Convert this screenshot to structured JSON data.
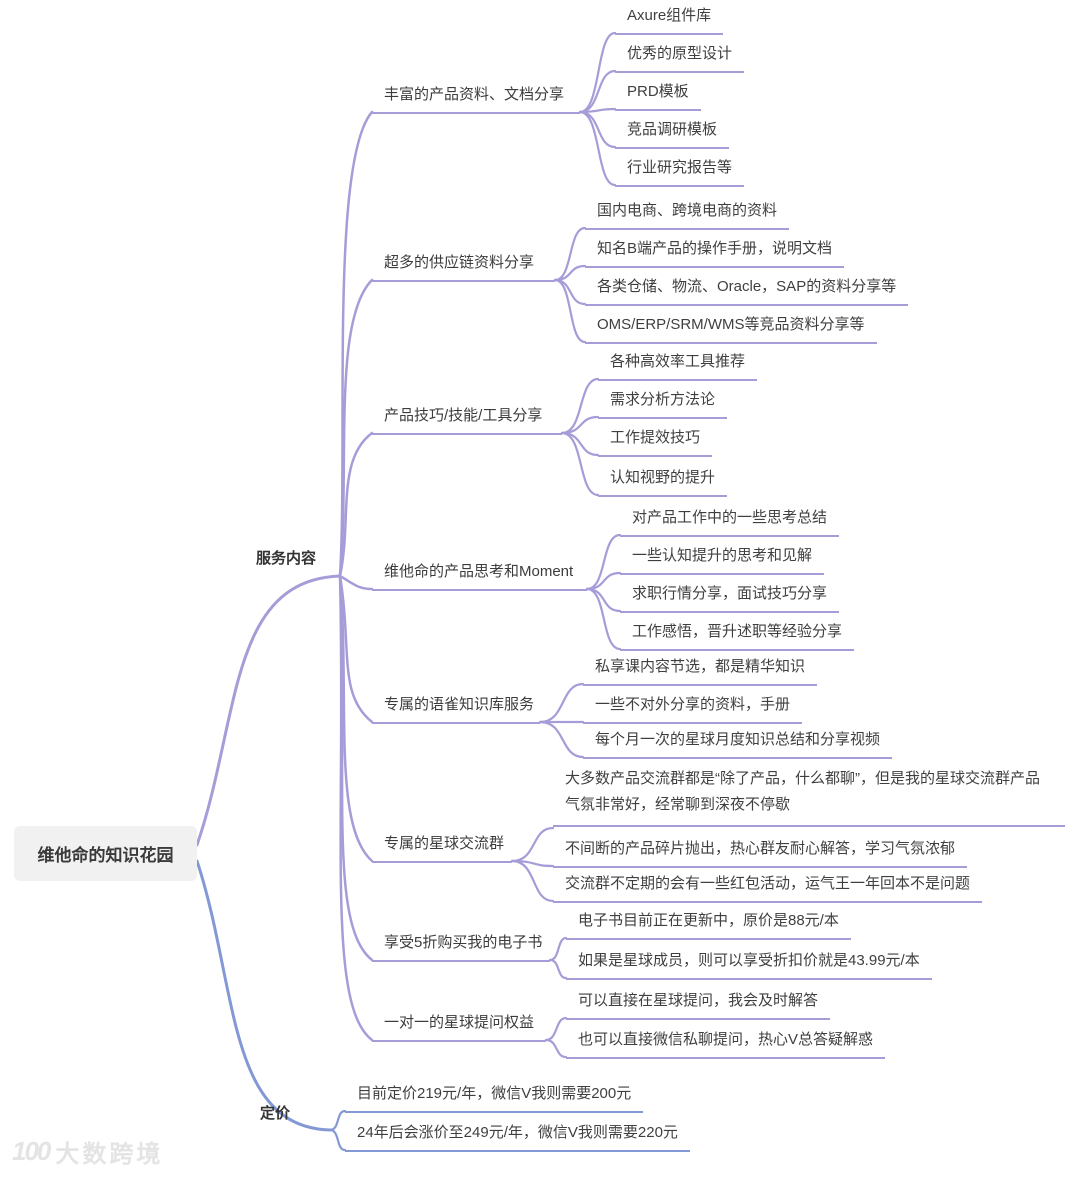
{
  "colors": {
    "purple": "#a69dd8",
    "blue": "#8398d4"
  },
  "root": {
    "label": "维他命的知识花园"
  },
  "sections": [
    {
      "label": "服务内容",
      "branches": [
        {
          "label": "丰富的产品资料、文档分享",
          "children": [
            "Axure组件库",
            "优秀的原型设计",
            "PRD模板",
            "竞品调研模板",
            "行业研究报告等"
          ]
        },
        {
          "label": "超多的供应链资料分享",
          "children": [
            "国内电商、跨境电商的资料",
            "知名B端产品的操作手册，说明文档",
            "各类仓储、物流、Oracle，SAP的资料分享等",
            "OMS/ERP/SRM/WMS等竞品资料分享等"
          ]
        },
        {
          "label": "产品技巧/技能/工具分享",
          "children": [
            "各种高效率工具推荐",
            "需求分析方法论",
            "工作提效技巧",
            "认知视野的提升"
          ]
        },
        {
          "label": "维他命的产品思考和Moment",
          "children": [
            "对产品工作中的一些思考总结",
            "一些认知提升的思考和见解",
            "求职行情分享，面试技巧分享",
            "工作感悟，晋升述职等经验分享"
          ]
        },
        {
          "label": "专属的语雀知识库服务",
          "children": [
            "私享课内容节选，都是精华知识",
            "一些不对外分享的资料，手册",
            "每个月一次的星球月度知识总结和分享视频"
          ]
        },
        {
          "label": "专属的星球交流群",
          "children": [
            "大多数产品交流群都是“除了产品，什么都聊”，但是我的星球交流群产品气氛非常好，经常聊到深夜不停歇",
            "不间断的产品碎片抛出，热心群友耐心解答，学习气氛浓郁",
            "交流群不定期的会有一些红包活动，运气王一年回本不是问题"
          ]
        },
        {
          "label": "享受5折购买我的电子书",
          "children": [
            "电子书目前正在更新中，原价是88元/本",
            "如果是星球成员，则可以享受折扣价就是43.99元/本"
          ]
        },
        {
          "label": "一对一的星球提问权益",
          "children": [
            "可以直接在星球提问，我会及时解答",
            "也可以直接微信私聊提问，热心V总答疑解惑"
          ]
        }
      ]
    },
    {
      "label": "定价",
      "children": [
        "目前定价219元/年，微信V我则需要200元",
        "24年后会涨价至249元/年，微信V我则需要220元"
      ]
    }
  ],
  "watermark": {
    "logo": "100",
    "text": "大数跨境"
  }
}
